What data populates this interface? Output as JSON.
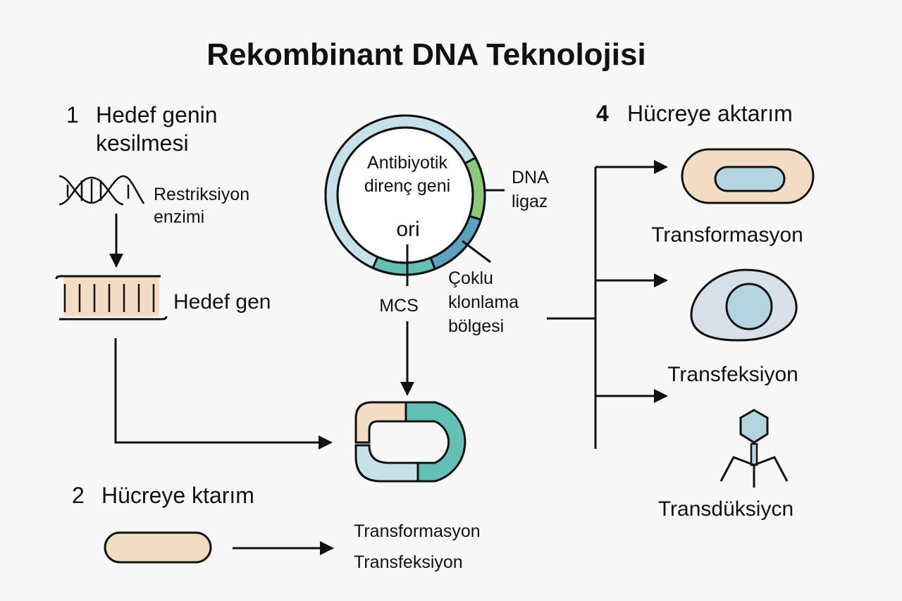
{
  "title": "Rekombinant DNA Teknolojisi",
  "step1": {
    "number": "1",
    "title_line1": "Hedef genin",
    "title_line2": "kesilmesi",
    "enzyme_line1": "Restriksiyon",
    "enzyme_line2": "enzimi",
    "gene_label": "Hedef gen"
  },
  "plasmid": {
    "resistance_line1": "Antibiyotik",
    "resistance_line2": "direnç geni",
    "ori_label": "ori",
    "mcs_label": "MCS",
    "ligase_line1": "DNA",
    "ligase_line2": "ligaz",
    "cloning_line1": "Çoklu",
    "cloning_line2": "klonlama",
    "cloning_line3": "bölgesi"
  },
  "step2": {
    "number": "2",
    "title": "Hücreye ktarım",
    "method1": "Transformasyon",
    "method2": "Transfeksiyon"
  },
  "step4": {
    "number": "4",
    "title": "Hücreye aktarım",
    "methods": [
      {
        "label": "Transformasyon",
        "icon": "bacterium-icon"
      },
      {
        "label": "Transfeksiyon",
        "icon": "eukaryotic-cell-icon"
      },
      {
        "label": "Transdüksiycn",
        "icon": "bacteriophage-icon"
      }
    ]
  },
  "colors": {
    "peach": "#f3dcc4",
    "light_blue": "#c6e1ea",
    "green": "#8cc97d",
    "steel_blue": "#5aa3c0",
    "teal": "#62c0b4",
    "cell_gray": "#d7e0e8",
    "nucleus_blue": "#b4d5e0"
  }
}
